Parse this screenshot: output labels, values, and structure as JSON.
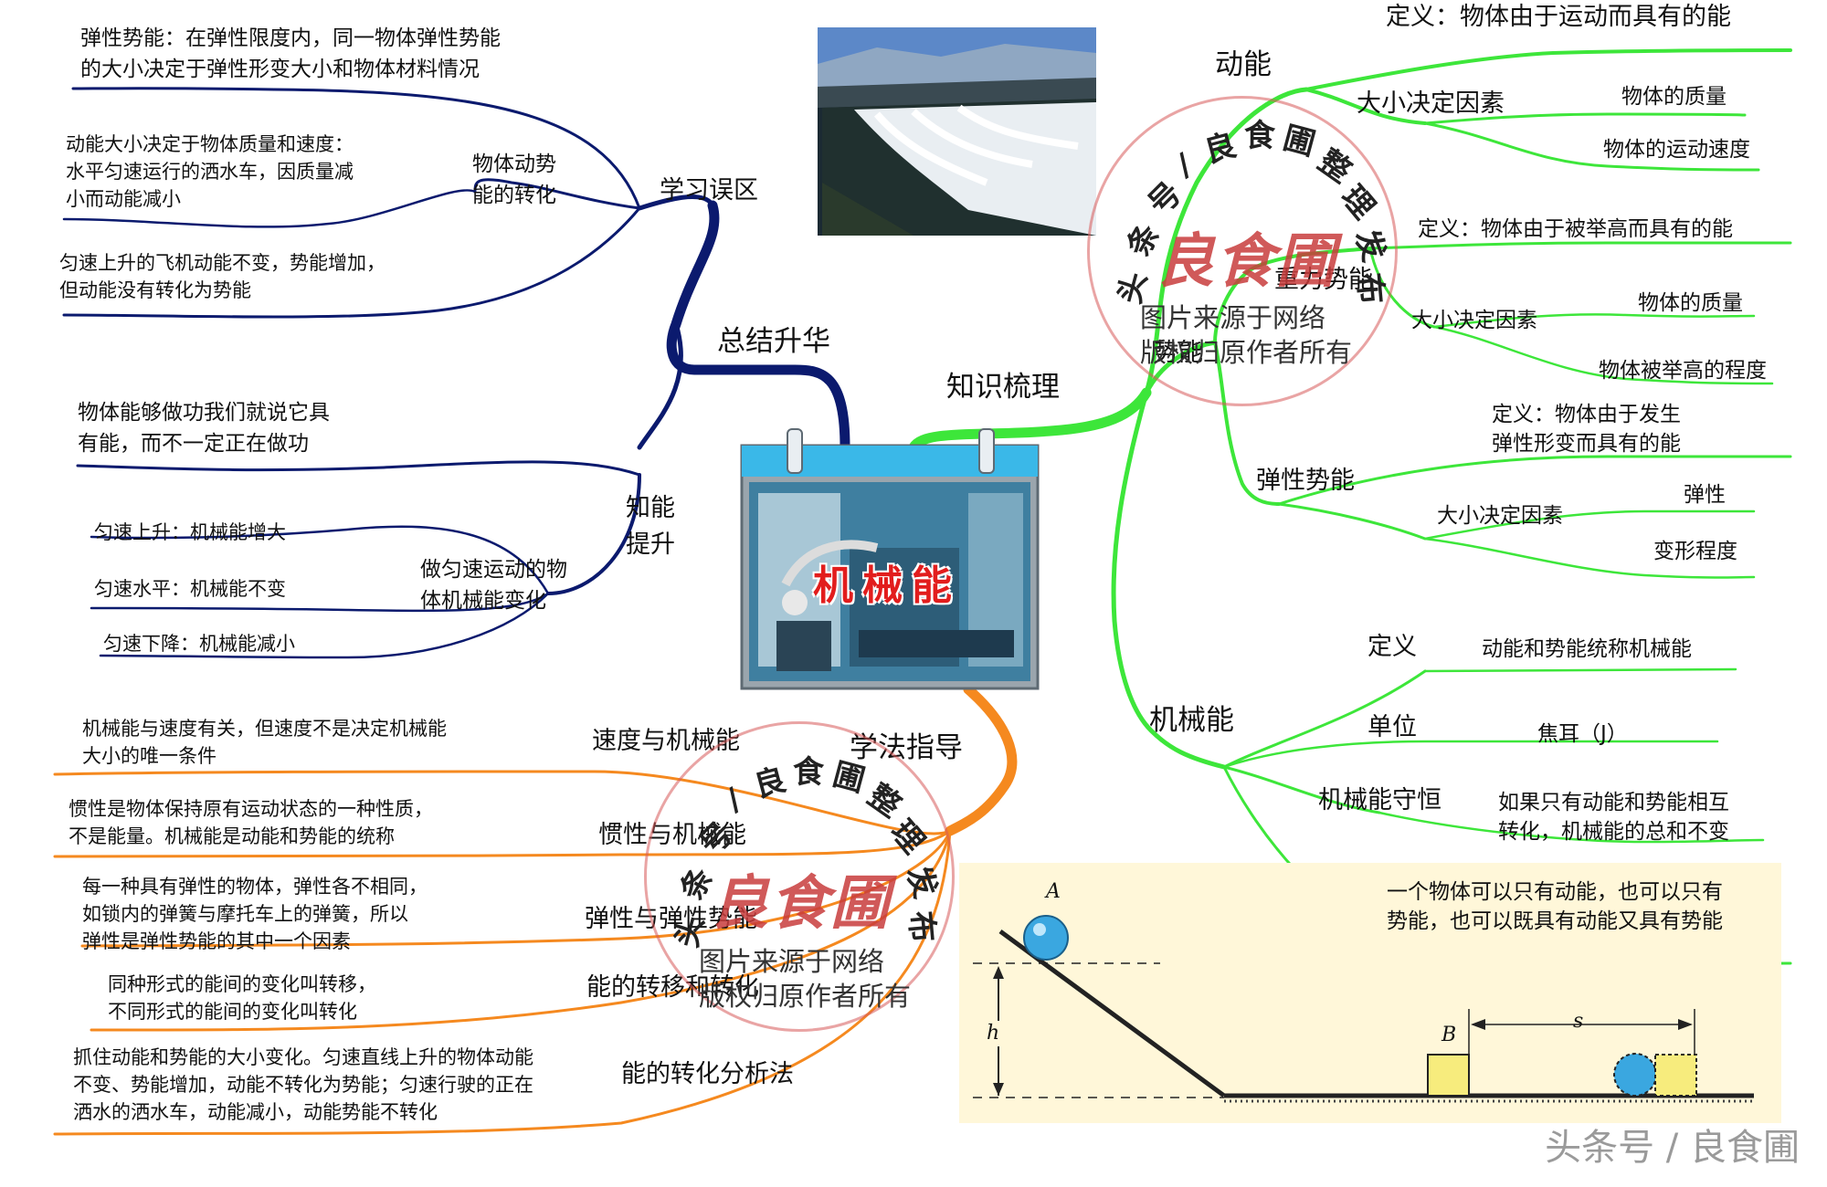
{
  "center": {
    "title": "机械能"
  },
  "colors": {
    "green": "#3de63a",
    "navy": "#0b1a6e",
    "orange": "#f5891f",
    "center_red": "#e21d1d"
  },
  "right": {
    "branch_label": "知识梳理",
    "kinetic": {
      "label": "动能",
      "definition": "定义：物体由于运动而具有的能",
      "factors_label": "大小决定因素",
      "factor1": "物体的质量",
      "factor2": "物体的运动速度"
    },
    "gravity": {
      "label": "重力势能",
      "definition": "定义：物体由于被举高而具有的能",
      "factors_label": "大小决定因素",
      "factor1": "物体的质量",
      "factor2": "物体被举高的程度"
    },
    "potential_label": "势能",
    "elastic": {
      "label": "弹性势能",
      "definition_l1": "定义：物体由于发生",
      "definition_l2": "弹性形变而具有的能",
      "factors_label": "大小决定因素",
      "factor1": "弹性",
      "factor2": "变形程度"
    },
    "mechanical": {
      "label": "机械能",
      "def_label": "定义",
      "def_text": "动能和势能统称机械能",
      "unit_label": "单位",
      "unit_text": "焦耳（J）",
      "conservation_label": "机械能守恒",
      "conservation_l1": "如果只有动能和势能相互",
      "conservation_l2": "转化，机械能的总和不变",
      "note_l1": "一个物体可以只有动能，也可以只有",
      "note_l2": "势能，也可以既具有动能又具有势能"
    }
  },
  "left_top": {
    "branch_label": "总结升华",
    "mistakes": {
      "label": "学习误区",
      "elastic_note_l1": "弹性势能：在弹性限度内，同一物体弹性势能",
      "elastic_note_l2": "的大小决定于弹性形变大小和物体材料情况",
      "conversion_label_l1": "物体动势",
      "conversion_label_l2": "能的转化",
      "conv_note1_l1": "动能大小决定于物体质量和速度：",
      "conv_note1_l2": "水平匀速运行的洒水车，因质量减",
      "conv_note1_l3": "小而动能减小",
      "conv_note2_l1": "匀速上升的飞机动能不变，势能增加，",
      "conv_note2_l2": "但动能没有转化为势能"
    },
    "ability": {
      "label_l1": "知能",
      "label_l2": "提升",
      "note_l1": "物体能够做功我们就说它具",
      "note_l2": "有能，而不一定正在做功",
      "uniform_label_l1": "做匀速运动的物",
      "uniform_label_l2": "体机械能变化",
      "up": "匀速上升：机械能增大",
      "level": "匀速水平：机械能不变",
      "down": "匀速下降：机械能减小"
    }
  },
  "left_bottom": {
    "branch_label": "学法指导",
    "items": [
      {
        "label": "速度与机械能",
        "l1": "机械能与速度有关，但速度不是决定机械能",
        "l2": "大小的唯一条件",
        "l3": ""
      },
      {
        "label": "惯性与机械能",
        "l1": "惯性是物体保持原有运动状态的一种性质，",
        "l2": "不是能量。机械能是动能和势能的统称",
        "l3": ""
      },
      {
        "label": "弹性与弹性势能",
        "l1": "每一种具有弹性的物体，弹性各不相同，",
        "l2": "如锁内的弹簧与摩托车上的弹簧，所以",
        "l3": "弹性是弹性势能的其中一个因素"
      },
      {
        "label": "能的转移和转化",
        "l1": "同种形式的能间的变化叫转移，",
        "l2": "不同形式的能间的变化叫转化",
        "l3": ""
      },
      {
        "label": "能的转化分析法",
        "l1": "抓住动能和势能的大小变化。匀速直线上升的物体动能",
        "l2": "不变、势能增加，动能不转化为势能；匀速行驶的正在",
        "l3": "洒水的洒水车，动能减小，动能势能不转化"
      }
    ]
  },
  "physics_figure": {
    "label_a": "A",
    "label_b": "B",
    "label_h": "h",
    "label_s": "s"
  },
  "watermark": {
    "ring_chars": [
      "头",
      "条",
      "号",
      "/",
      "良",
      "食",
      "圃",
      "整",
      "理",
      "发",
      "布"
    ],
    "logo": "良食圃",
    "source_l1": "图片来源于网络",
    "source_l2": "版权归原作者所有",
    "footer": "头条号 / 良食圃"
  }
}
